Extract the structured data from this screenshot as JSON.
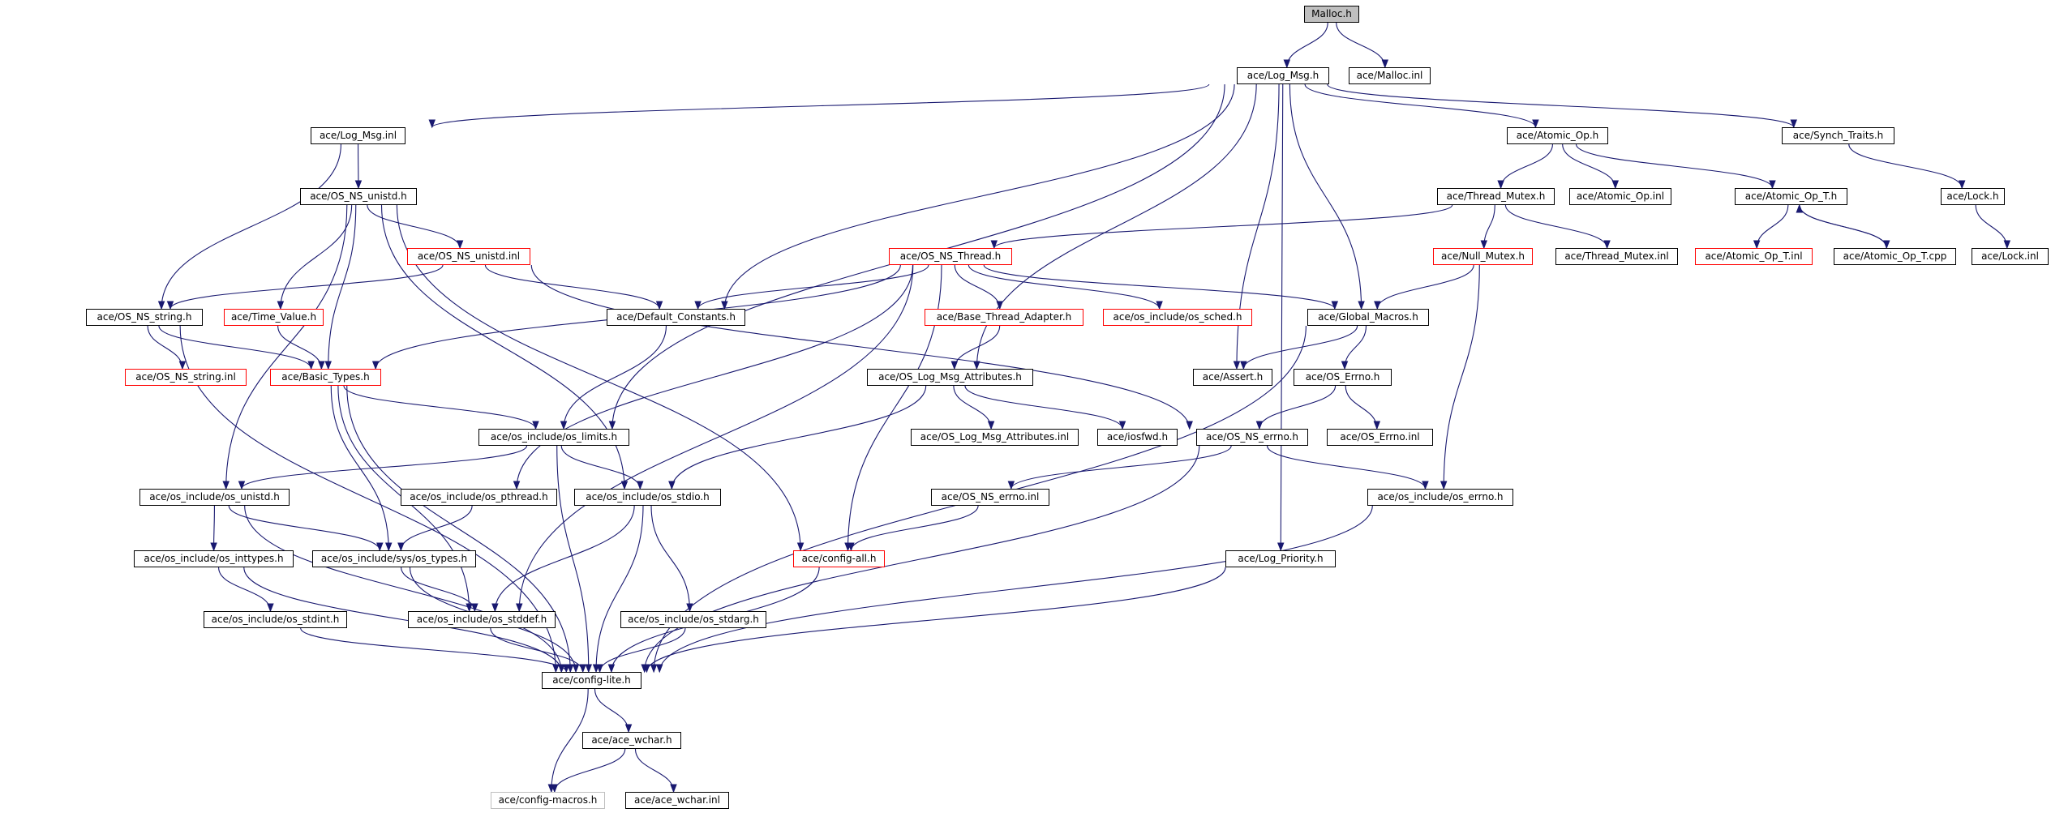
{
  "colors": {
    "edge": "#191970",
    "node_border": "#000000",
    "truncated_border": "#ff0000",
    "external_border": "#bfbfbf",
    "root_fill": "#bfbfbf"
  },
  "nodes": [
    {
      "id": "malloc_h",
      "label": "Malloc.h",
      "kind": "root"
    },
    {
      "id": "log_msg_h",
      "label": "ace/Log_Msg.h",
      "kind": "normal"
    },
    {
      "id": "malloc_inl",
      "label": "ace/Malloc.inl",
      "kind": "normal"
    },
    {
      "id": "log_msg_inl",
      "label": "ace/Log_Msg.inl",
      "kind": "normal"
    },
    {
      "id": "atomic_op_h",
      "label": "ace/Atomic_Op.h",
      "kind": "normal"
    },
    {
      "id": "synch_traits_h",
      "label": "ace/Synch_Traits.h",
      "kind": "normal"
    },
    {
      "id": "os_ns_unistd_h",
      "label": "ace/OS_NS_unistd.h",
      "kind": "normal"
    },
    {
      "id": "thread_mutex_h",
      "label": "ace/Thread_Mutex.h",
      "kind": "normal"
    },
    {
      "id": "atomic_op_inl",
      "label": "ace/Atomic_Op.inl",
      "kind": "normal"
    },
    {
      "id": "atomic_op_t_h",
      "label": "ace/Atomic_Op_T.h",
      "kind": "normal"
    },
    {
      "id": "lock_h",
      "label": "ace/Lock.h",
      "kind": "normal"
    },
    {
      "id": "os_ns_unistd_inl",
      "label": "ace/OS_NS_unistd.inl",
      "kind": "truncated"
    },
    {
      "id": "os_ns_thread_h",
      "label": "ace/OS_NS_Thread.h",
      "kind": "truncated"
    },
    {
      "id": "null_mutex_h",
      "label": "ace/Null_Mutex.h",
      "kind": "truncated"
    },
    {
      "id": "thread_mutex_inl",
      "label": "ace/Thread_Mutex.inl",
      "kind": "normal"
    },
    {
      "id": "atomic_op_t_inl",
      "label": "ace/Atomic_Op_T.inl",
      "kind": "truncated"
    },
    {
      "id": "atomic_op_t_cpp",
      "label": "ace/Atomic_Op_T.cpp",
      "kind": "normal"
    },
    {
      "id": "lock_inl",
      "label": "ace/Lock.inl",
      "kind": "normal"
    },
    {
      "id": "os_ns_string_h",
      "label": "ace/OS_NS_string.h",
      "kind": "normal"
    },
    {
      "id": "time_value_h",
      "label": "ace/Time_Value.h",
      "kind": "truncated"
    },
    {
      "id": "default_constants_h",
      "label": "ace/Default_Constants.h",
      "kind": "normal"
    },
    {
      "id": "base_thread_adapter_h",
      "label": "ace/Base_Thread_Adapter.h",
      "kind": "truncated"
    },
    {
      "id": "os_sched_h",
      "label": "ace/os_include/os_sched.h",
      "kind": "truncated"
    },
    {
      "id": "global_macros_h",
      "label": "ace/Global_Macros.h",
      "kind": "normal"
    },
    {
      "id": "os_ns_string_inl",
      "label": "ace/OS_NS_string.inl",
      "kind": "truncated"
    },
    {
      "id": "basic_types_h",
      "label": "ace/Basic_Types.h",
      "kind": "truncated"
    },
    {
      "id": "os_log_msg_attributes_h",
      "label": "ace/OS_Log_Msg_Attributes.h",
      "kind": "normal"
    },
    {
      "id": "assert_h",
      "label": "ace/Assert.h",
      "kind": "normal"
    },
    {
      "id": "os_errno_h",
      "label": "ace/OS_Errno.h",
      "kind": "normal"
    },
    {
      "id": "os_limits_h",
      "label": "ace/os_include/os_limits.h",
      "kind": "normal"
    },
    {
      "id": "os_log_msg_attributes_inl",
      "label": "ace/OS_Log_Msg_Attributes.inl",
      "kind": "normal"
    },
    {
      "id": "iosfwd_h",
      "label": "ace/iosfwd.h",
      "kind": "normal"
    },
    {
      "id": "os_ns_errno_h",
      "label": "ace/OS_NS_errno.h",
      "kind": "normal"
    },
    {
      "id": "os_errno_inl",
      "label": "ace/OS_Errno.inl",
      "kind": "normal"
    },
    {
      "id": "os_unistd_h",
      "label": "ace/os_include/os_unistd.h",
      "kind": "normal"
    },
    {
      "id": "os_pthread_h",
      "label": "ace/os_include/os_pthread.h",
      "kind": "normal"
    },
    {
      "id": "os_stdio_h",
      "label": "ace/os_include/os_stdio.h",
      "kind": "normal"
    },
    {
      "id": "os_ns_errno_inl",
      "label": "ace/OS_NS_errno.inl",
      "kind": "normal"
    },
    {
      "id": "os_include_errno_h",
      "label": "ace/os_include/os_errno.h",
      "kind": "normal"
    },
    {
      "id": "os_inttypes_h",
      "label": "ace/os_include/os_inttypes.h",
      "kind": "normal"
    },
    {
      "id": "os_types_h",
      "label": "ace/os_include/sys/os_types.h",
      "kind": "normal"
    },
    {
      "id": "config_all_h",
      "label": "ace/config-all.h",
      "kind": "truncated"
    },
    {
      "id": "log_priority_h",
      "label": "ace/Log_Priority.h",
      "kind": "normal"
    },
    {
      "id": "os_stdint_h",
      "label": "ace/os_include/os_stdint.h",
      "kind": "normal"
    },
    {
      "id": "os_stddef_h",
      "label": "ace/os_include/os_stddef.h",
      "kind": "normal"
    },
    {
      "id": "os_stdarg_h",
      "label": "ace/os_include/os_stdarg.h",
      "kind": "normal"
    },
    {
      "id": "config_lite_h",
      "label": "ace/config-lite.h",
      "kind": "normal"
    },
    {
      "id": "ace_wchar_h",
      "label": "ace/ace_wchar.h",
      "kind": "normal"
    },
    {
      "id": "config_macros_h",
      "label": "ace/config-macros.h",
      "kind": "external"
    },
    {
      "id": "ace_wchar_inl",
      "label": "ace/ace_wchar.inl",
      "kind": "normal"
    }
  ],
  "edges": [
    [
      "malloc_h",
      "log_msg_h"
    ],
    [
      "malloc_h",
      "malloc_inl"
    ],
    [
      "log_msg_h",
      "log_msg_inl"
    ],
    [
      "log_msg_h",
      "atomic_op_h"
    ],
    [
      "log_msg_h",
      "synch_traits_h"
    ],
    [
      "log_msg_h",
      "default_constants_h"
    ],
    [
      "log_msg_h",
      "os_limits_h"
    ],
    [
      "log_msg_h",
      "os_log_msg_attributes_h"
    ],
    [
      "log_msg_h",
      "global_macros_h"
    ],
    [
      "log_msg_h",
      "assert_h"
    ],
    [
      "log_msg_h",
      "log_priority_h"
    ],
    [
      "log_msg_inl",
      "os_ns_unistd_h"
    ],
    [
      "log_msg_inl",
      "os_ns_string_h"
    ],
    [
      "atomic_op_h",
      "thread_mutex_h"
    ],
    [
      "atomic_op_h",
      "atomic_op_inl"
    ],
    [
      "atomic_op_h",
      "atomic_op_t_h"
    ],
    [
      "synch_traits_h",
      "lock_h"
    ],
    [
      "lock_h",
      "lock_inl"
    ],
    [
      "atomic_op_t_h",
      "atomic_op_t_inl"
    ],
    [
      "atomic_op_t_h",
      "atomic_op_t_cpp"
    ],
    [
      "atomic_op_t_cpp",
      "atomic_op_t_h"
    ],
    [
      "thread_mutex_h",
      "os_ns_thread_h"
    ],
    [
      "thread_mutex_h",
      "null_mutex_h"
    ],
    [
      "thread_mutex_h",
      "thread_mutex_inl"
    ],
    [
      "null_mutex_h",
      "global_macros_h"
    ],
    [
      "null_mutex_h",
      "os_include_errno_h"
    ],
    [
      "os_ns_unistd_h",
      "os_ns_unistd_inl"
    ],
    [
      "os_ns_unistd_h",
      "time_value_h"
    ],
    [
      "os_ns_unistd_h",
      "basic_types_h"
    ],
    [
      "os_ns_unistd_h",
      "os_unistd_h"
    ],
    [
      "os_ns_unistd_h",
      "os_stdio_h"
    ],
    [
      "os_ns_unistd_h",
      "config_all_h"
    ],
    [
      "os_ns_unistd_inl",
      "os_ns_string_h"
    ],
    [
      "os_ns_unistd_inl",
      "default_constants_h"
    ],
    [
      "os_ns_unistd_inl",
      "os_ns_errno_h"
    ],
    [
      "os_ns_thread_h",
      "default_constants_h"
    ],
    [
      "os_ns_thread_h",
      "basic_types_h"
    ],
    [
      "os_ns_thread_h",
      "base_thread_adapter_h"
    ],
    [
      "os_ns_thread_h",
      "os_sched_h"
    ],
    [
      "os_ns_thread_h",
      "global_macros_h"
    ],
    [
      "os_ns_thread_h",
      "os_pthread_h"
    ],
    [
      "os_ns_thread_h",
      "config_all_h"
    ],
    [
      "os_ns_thread_h",
      "os_stddef_h"
    ],
    [
      "os_ns_string_h",
      "os_ns_string_inl"
    ],
    [
      "os_ns_string_h",
      "basic_types_h"
    ],
    [
      "os_ns_string_h",
      "config_lite_h"
    ],
    [
      "time_value_h",
      "basic_types_h"
    ],
    [
      "default_constants_h",
      "os_limits_h"
    ],
    [
      "base_thread_adapter_h",
      "os_log_msg_attributes_h"
    ],
    [
      "global_macros_h",
      "assert_h"
    ],
    [
      "global_macros_h",
      "os_errno_h"
    ],
    [
      "global_macros_h",
      "config_lite_h"
    ],
    [
      "basic_types_h",
      "os_limits_h"
    ],
    [
      "basic_types_h",
      "os_types_h"
    ],
    [
      "basic_types_h",
      "os_stddef_h"
    ],
    [
      "basic_types_h",
      "config_lite_h"
    ],
    [
      "os_log_msg_attributes_h",
      "os_log_msg_attributes_inl"
    ],
    [
      "os_log_msg_attributes_h",
      "iosfwd_h"
    ],
    [
      "os_log_msg_attributes_h",
      "os_stdio_h"
    ],
    [
      "os_errno_h",
      "os_errno_inl"
    ],
    [
      "os_errno_h",
      "os_ns_errno_h"
    ],
    [
      "os_limits_h",
      "os_unistd_h"
    ],
    [
      "os_limits_h",
      "os_stdio_h"
    ],
    [
      "os_limits_h",
      "config_lite_h"
    ],
    [
      "os_ns_errno_h",
      "os_ns_errno_inl"
    ],
    [
      "os_ns_errno_h",
      "os_include_errno_h"
    ],
    [
      "os_ns_errno_h",
      "config_lite_h"
    ],
    [
      "os_unistd_h",
      "os_inttypes_h"
    ],
    [
      "os_unistd_h",
      "os_types_h"
    ],
    [
      "os_unistd_h",
      "config_lite_h"
    ],
    [
      "os_pthread_h",
      "os_types_h"
    ],
    [
      "os_stdio_h",
      "os_stddef_h"
    ],
    [
      "os_stdio_h",
      "os_stdarg_h"
    ],
    [
      "os_stdio_h",
      "config_lite_h"
    ],
    [
      "os_ns_errno_inl",
      "config_all_h"
    ],
    [
      "os_include_errno_h",
      "config_lite_h"
    ],
    [
      "os_inttypes_h",
      "os_stdint_h"
    ],
    [
      "os_inttypes_h",
      "config_lite_h"
    ],
    [
      "os_types_h",
      "os_stddef_h"
    ],
    [
      "os_types_h",
      "config_lite_h"
    ],
    [
      "config_all_h",
      "config_lite_h"
    ],
    [
      "log_priority_h",
      "config_lite_h"
    ],
    [
      "os_stdint_h",
      "config_lite_h"
    ],
    [
      "os_stddef_h",
      "config_lite_h"
    ],
    [
      "os_stdarg_h",
      "config_lite_h"
    ],
    [
      "config_lite_h",
      "ace_wchar_h"
    ],
    [
      "config_lite_h",
      "config_macros_h"
    ],
    [
      "ace_wchar_h",
      "ace_wchar_inl"
    ],
    [
      "ace_wchar_h",
      "config_macros_h"
    ]
  ]
}
